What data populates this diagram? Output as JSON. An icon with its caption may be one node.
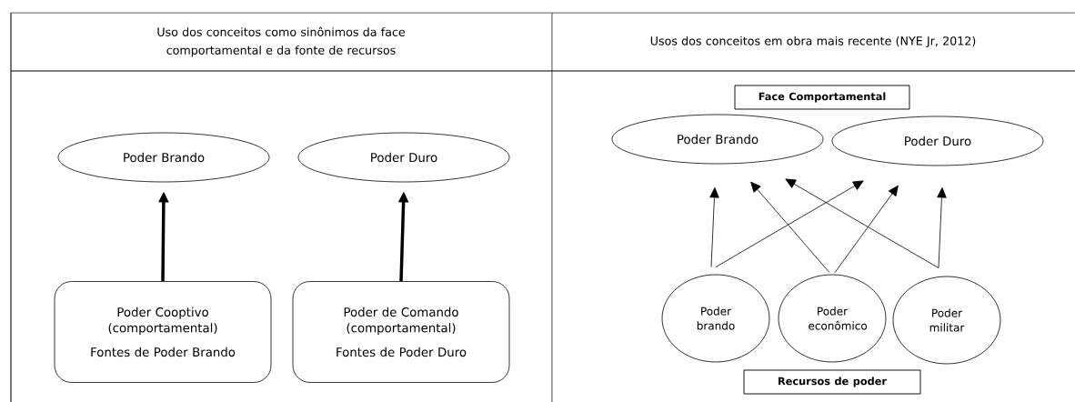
{
  "diagram": {
    "nodes": [
      {
        "text": [
          "Poder Brando"
        ]
      },
      {
        "text": [
          "Poder Duro"
        ]
      },
      {
        "text": [
          "Poder Cooptivo (comportamental)",
          "Fontes de Poder Brando"
        ]
      },
      {
        "text": [
          "Poder de Comando (comportamental)",
          "Fontes de Poder Duro"
        ]
      },
      {
        "text": [
          "Face Comportamental"
        ]
      },
      {
        "text": [
          "Poder Brando"
        ]
      },
      {
        "text": [
          "Poder Duro"
        ]
      },
      {
        "text": [
          "Poder brando"
        ]
      },
      {
        "text": [
          "Poder econômico"
        ]
      },
      {
        "text": [
          "Poder militar"
        ]
      },
      {
        "text": [
          "Recursos de poder"
        ]
      }
    ],
    "edges": [
      {
        "from": 2,
        "to": 0,
        "arrow": "to",
        "style": "thick"
      },
      {
        "from": 3,
        "to": 1,
        "arrow": "to",
        "style": "thick"
      },
      {
        "from": 7,
        "to": 5,
        "arrow": "to"
      },
      {
        "from": 7,
        "to": 6,
        "arrow": "to"
      },
      {
        "from": 8,
        "to": 5,
        "arrow": "to"
      },
      {
        "from": 8,
        "to": 6,
        "arrow": "to"
      },
      {
        "from": 9,
        "to": 5,
        "arrow": "to"
      },
      {
        "from": 9,
        "to": 6,
        "arrow": "to"
      }
    ],
    "labels": [
      "Uso dos conceitos como sinônimos da face comportamental e da fonte de recursos",
      "Usos dos conceitos em obra mais recente (NYE Jr, 2012)"
    ]
  }
}
